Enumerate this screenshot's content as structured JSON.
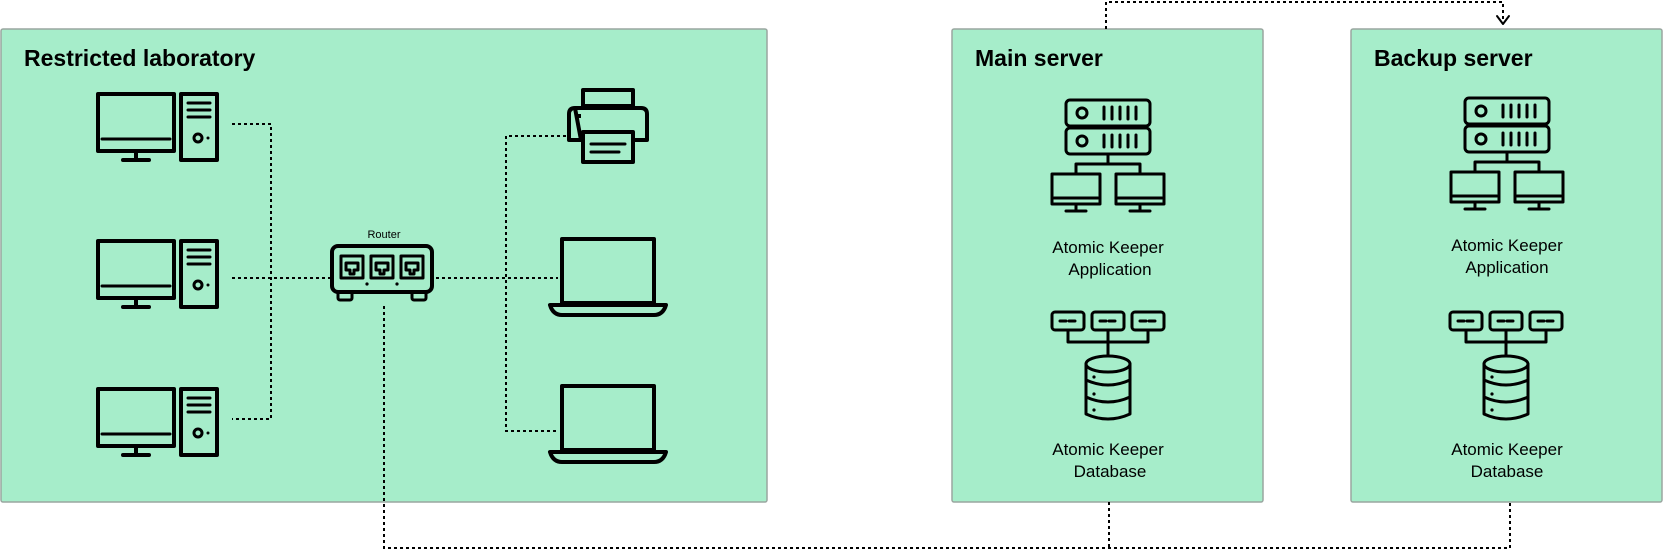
{
  "zones": {
    "lab": {
      "title": "Restricted laboratory"
    },
    "main": {
      "title": "Main server"
    },
    "backup": {
      "title": "Backup server"
    }
  },
  "router": {
    "label": "Router"
  },
  "main_server": {
    "app_line1": "Atomic Keeper",
    "app_line2": "Application",
    "db_line1": "Atomic Keeper",
    "db_line2": "Database"
  },
  "backup_server": {
    "app_line1": "Atomic Keeper",
    "app_line2": "Application",
    "db_line1": "Atomic Keeper",
    "db_line2": "Database"
  },
  "icons": {
    "desktop": "desktop-computer-icon",
    "router": "router-icon",
    "printer": "printer-icon",
    "laptop": "laptop-icon",
    "app_server": "server-network-icon",
    "database": "database-icon"
  },
  "colors": {
    "zone_fill": "#a6edca",
    "line": "#000000"
  }
}
